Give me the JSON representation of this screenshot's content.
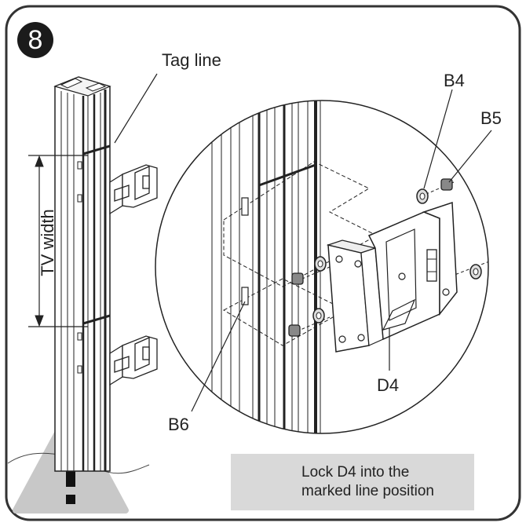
{
  "step": {
    "number": "8"
  },
  "labels": {
    "tag_line": "Tag line",
    "tv_width": "TV width",
    "b4": "B4",
    "b5": "B5",
    "b6": "B6",
    "d4": "D4"
  },
  "note": {
    "line1": "Lock D4 into the",
    "line2": "marked line position"
  },
  "icons": {
    "warning": "warning-icon"
  },
  "colors": {
    "frame": "#333333",
    "note_bg": "#d9d9d9",
    "warning_bg": "#c8c8c8",
    "badge": "#1b1b1b"
  }
}
